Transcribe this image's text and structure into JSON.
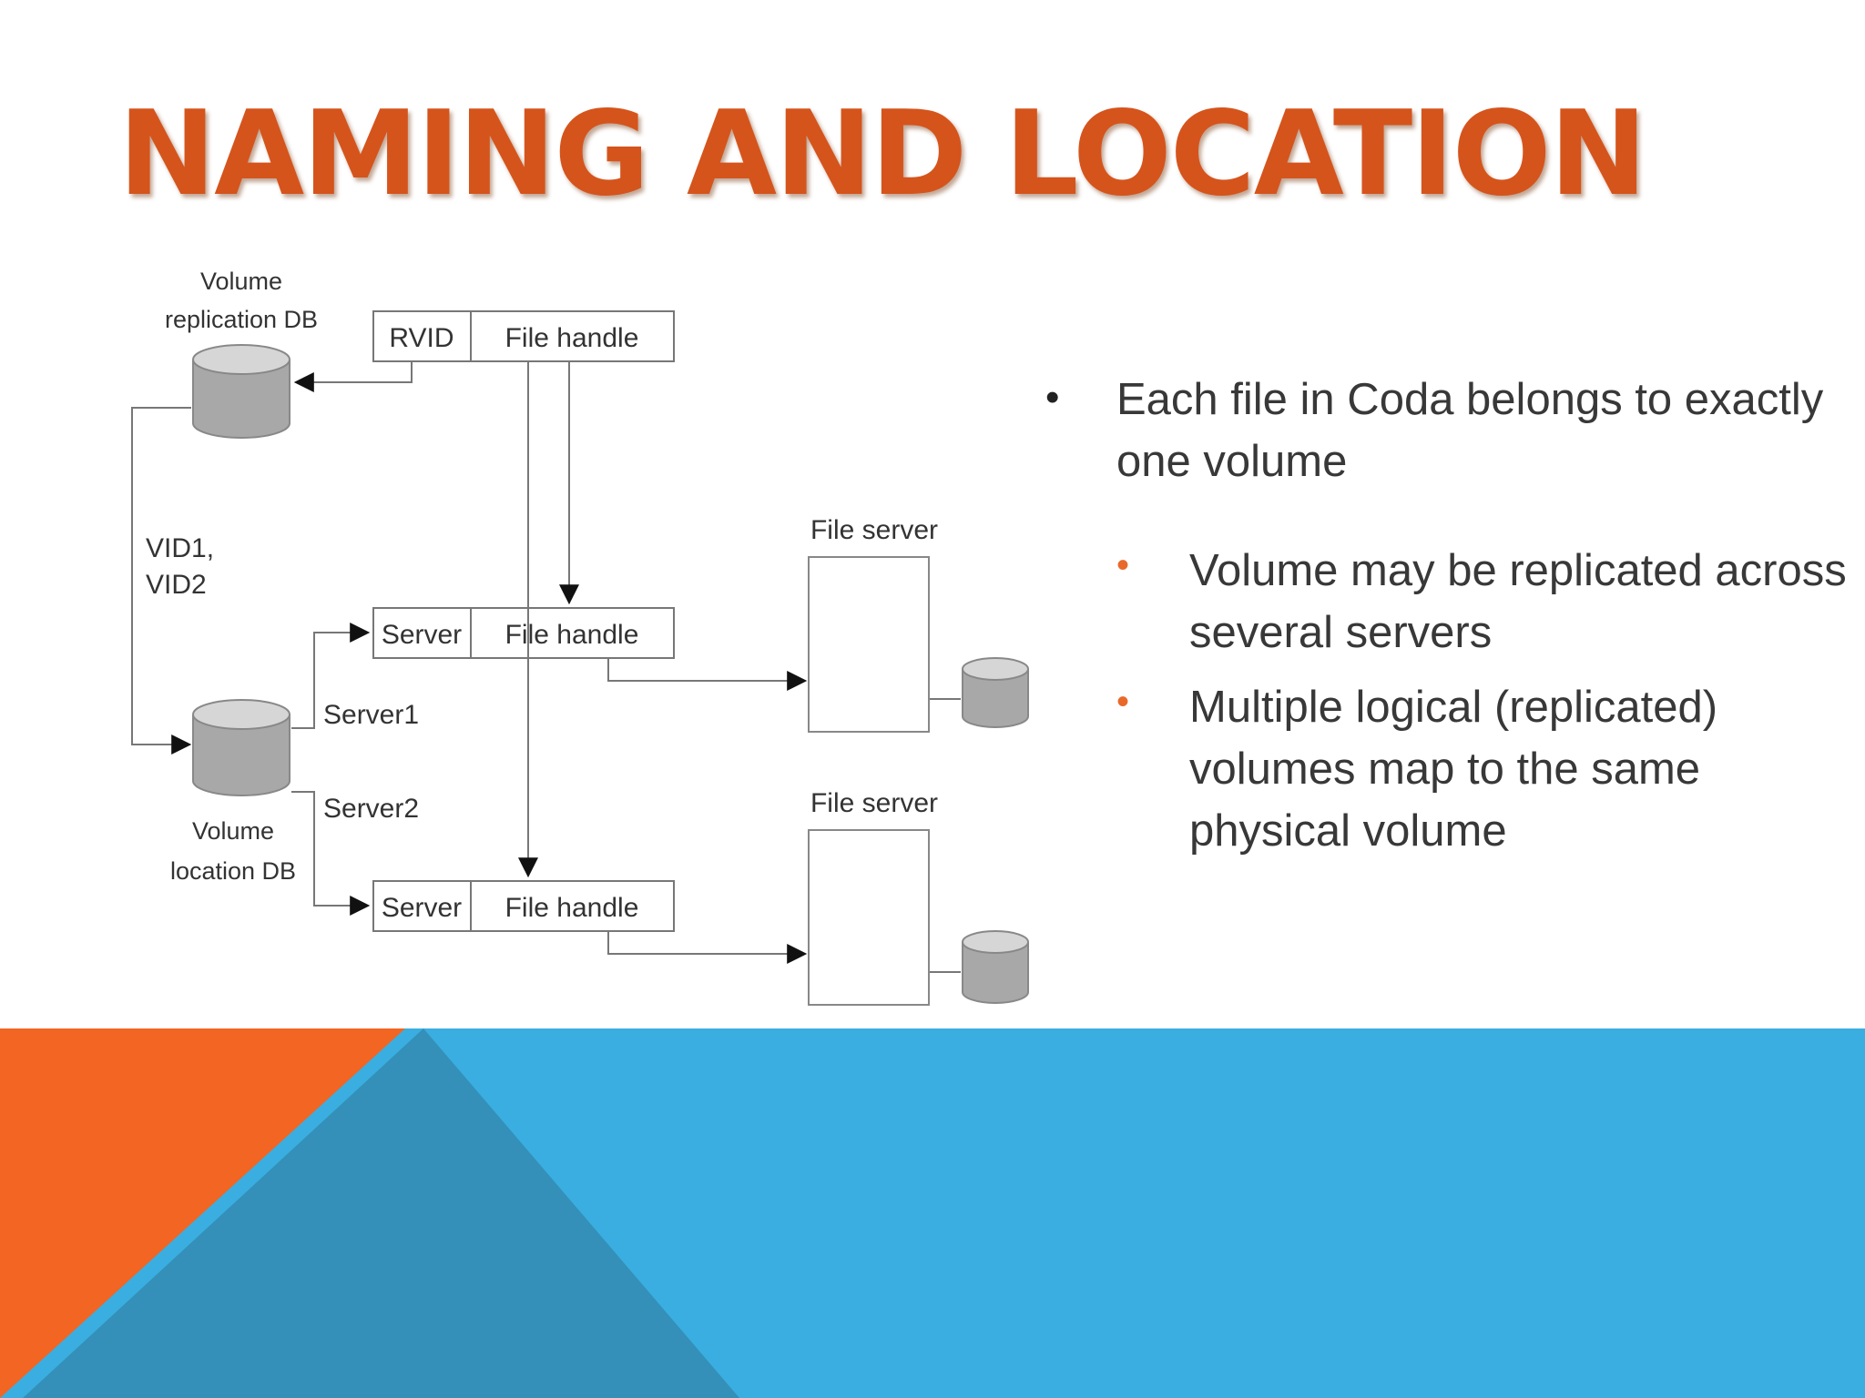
{
  "slide": {
    "title": "NAMING AND LOCATION",
    "diagram": {
      "replication_db_label_1": "Volume",
      "replication_db_label_2": "replication DB",
      "location_db_label_1": "Volume",
      "location_db_label_2": "location DB",
      "rvid": "RVID",
      "file_handle": "File handle",
      "server": "Server",
      "vid_1": "VID1,",
      "vid_2": "VID2",
      "server1": "Server1",
      "server2": "Server2",
      "file_server": "File server"
    },
    "bullets": [
      {
        "text": "Each file in Coda belongs to exactly one volume",
        "subbullets": [
          "Volume may be replicated across several servers",
          "Multiple logical (replicated) volumes map to the same physical volume"
        ]
      }
    ],
    "colors": {
      "title": "#d5541c",
      "footer_orange": "#f26522",
      "footer_blue": "#3aaee0",
      "footer_dark_blue": "#3490b8",
      "sub_bullet": "#e8692a"
    }
  }
}
